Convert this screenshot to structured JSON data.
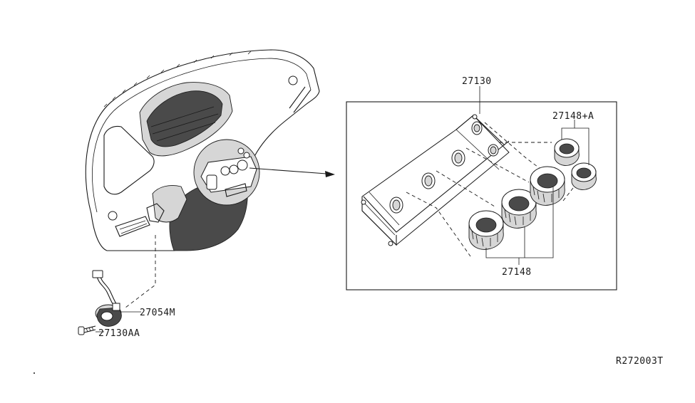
{
  "labels": {
    "assembly": "27130",
    "knob_small": "27148+A",
    "knob_large": "27148",
    "switch": "27054M",
    "screw": "27130AA",
    "diagram_id": "R272003T"
  }
}
